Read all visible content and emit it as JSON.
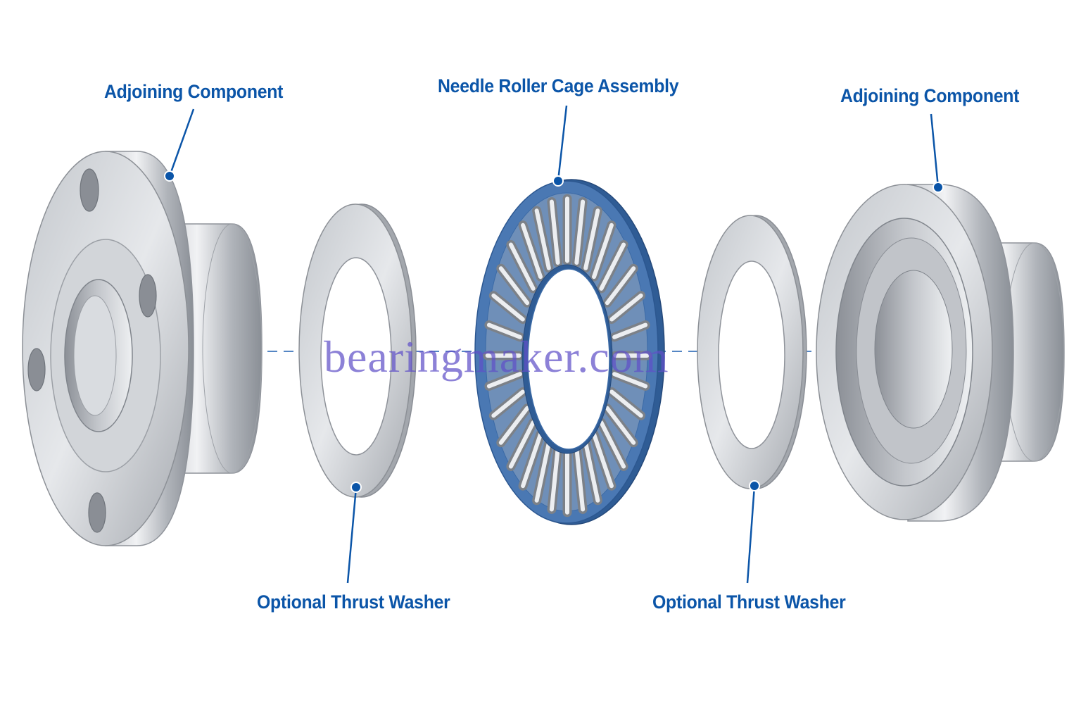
{
  "labels": {
    "left_component": "Adjoining Component",
    "cage_assembly": "Needle Roller Cage Assembly",
    "right_component": "Adjoining Component",
    "left_washer": "Optional Thrust Washer",
    "right_washer": "Optional Thrust Washer"
  },
  "watermark": "bearingmaker.com",
  "colors": {
    "callout_text": "#0b55a8",
    "leader_line": "#0b55a8",
    "cage": "#3b6aa6",
    "steel_light": "#e9ebee",
    "steel_mid": "#b4b8be",
    "steel_dark": "#7d8289"
  }
}
